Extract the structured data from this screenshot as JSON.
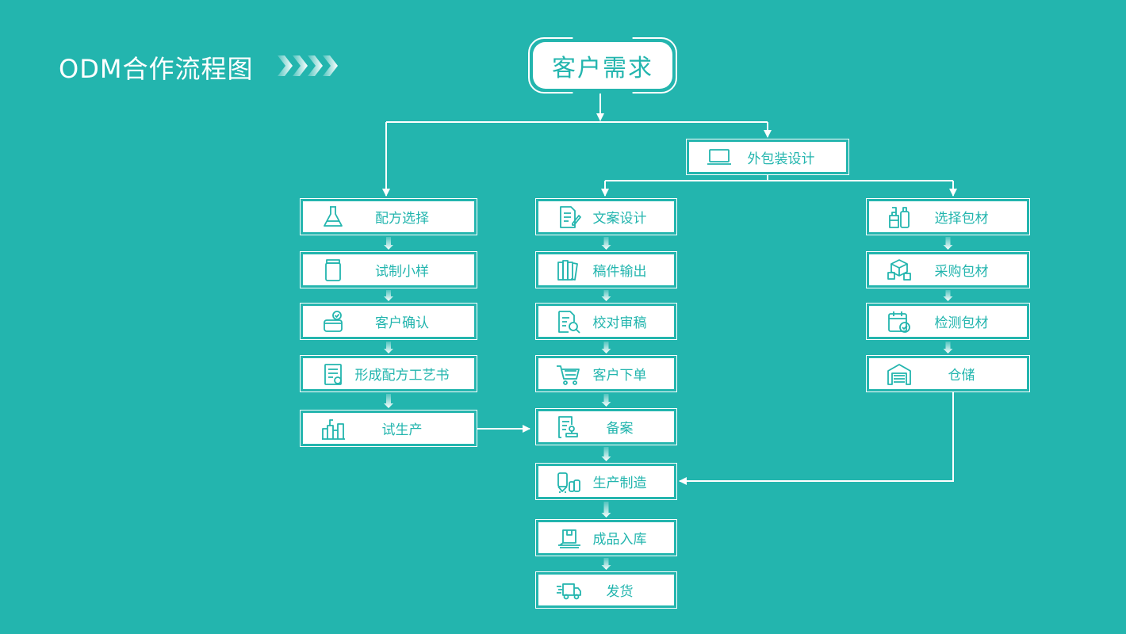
{
  "title": "ODM合作流程图",
  "root": "客户需求",
  "packaging": {
    "label": "外包装设计",
    "icon": "laptop-icon"
  },
  "left_column": [
    {
      "label": "配方选择",
      "icon": "flask-icon"
    },
    {
      "label": "试制小样",
      "icon": "jar-icon"
    },
    {
      "label": "客户确认",
      "icon": "cream-check-icon"
    },
    {
      "label": "形成配方工艺书",
      "icon": "clipboard-icon"
    },
    {
      "label": "试生产",
      "icon": "factory-icon"
    }
  ],
  "middle_column": [
    {
      "label": "文案设计",
      "icon": "document-pen-icon"
    },
    {
      "label": "稿件输出",
      "icon": "books-icon"
    },
    {
      "label": "校对审稿",
      "icon": "document-search-icon"
    },
    {
      "label": "客户下单",
      "icon": "cart-icon"
    },
    {
      "label": "备案",
      "icon": "document-stamp-icon"
    },
    {
      "label": "生产制造",
      "icon": "tanks-icon"
    },
    {
      "label": "成品入库",
      "icon": "box-pallet-icon"
    },
    {
      "label": "发货",
      "icon": "truck-icon"
    }
  ],
  "right_column": [
    {
      "label": "选择包材",
      "icon": "bottles-icon"
    },
    {
      "label": "采购包材",
      "icon": "boxes-icon"
    },
    {
      "label": "检测包材",
      "icon": "calendar-check-icon"
    },
    {
      "label": "仓储",
      "icon": "warehouse-icon"
    }
  ],
  "colors": {
    "background": "#23b5ae",
    "box": "#ffffff",
    "text": "#23b5ae"
  }
}
